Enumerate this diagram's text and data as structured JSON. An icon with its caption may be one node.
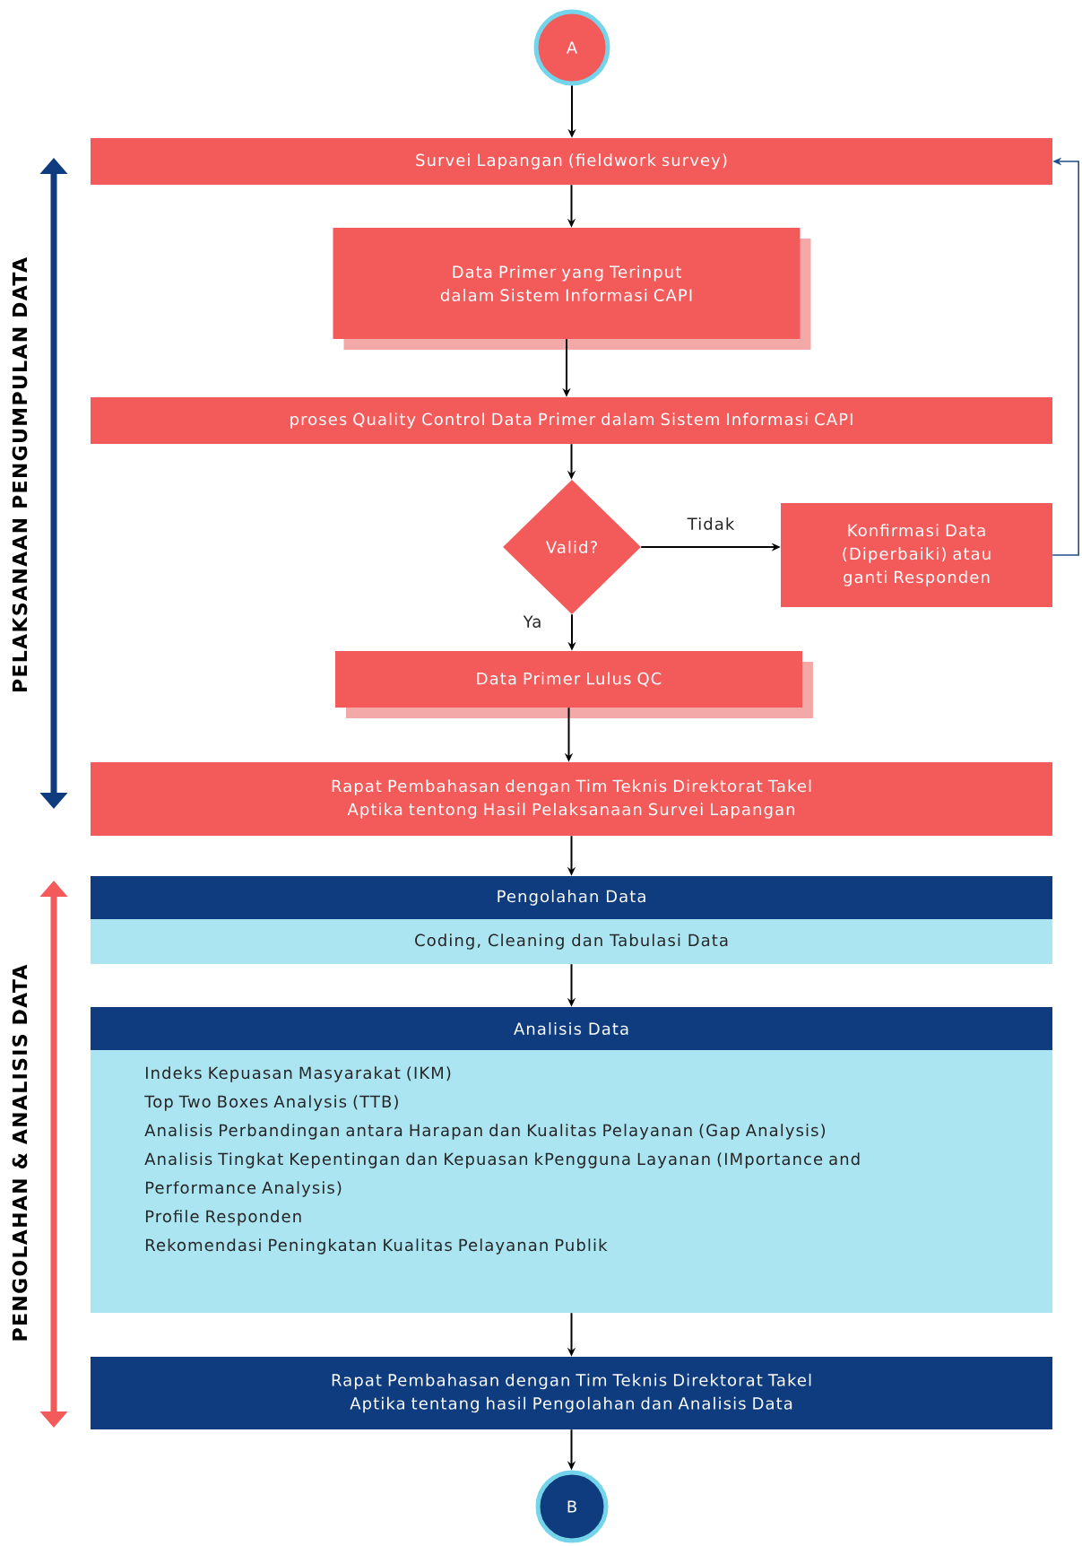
{
  "diagram": {
    "nodes": [
      {
        "text": [
          "A"
        ]
      },
      {
        "text": [
          "Survei Lapangan (fieldwork survey)"
        ]
      },
      {
        "text": [
          "Data Primer yang Terinput dalam Sistem Informasi CAPI"
        ]
      },
      {
        "text": [
          "proses Quality Control Data Primer dalam Sistem Informasi CAPI"
        ]
      },
      {
        "text": [
          "Valid?"
        ]
      },
      {
        "text": [
          "Konfirmasi Data (Diperbaiki) atau ganti Responden"
        ]
      },
      {
        "text": [
          "Data Primer Lulus QC"
        ]
      },
      {
        "text": [
          "Rapat Pembahasan dengan Tim Teknis Direktorat Takel Aptika tentong Hasil Pelaksanaan Survei Lapangan"
        ]
      },
      {
        "text": [
          "Pengolahan Data",
          "Coding, Cleaning dan Tabulasi Data"
        ]
      },
      {
        "text": [
          "Analisis Data",
          "Indeks Kepuasan Masyarakat (IKM)",
          "Top Two Boxes Analysis (TTB)",
          "Analisis Perbandingan antara Harapan dan Kualitas Pelayanan (Gap Analysis)",
          "Analisis Tingkat Kepentingan dan Kepuasan kPengguna Layanan (IMportance and Performance Analysis)",
          "Profile Responden",
          "Rekomendasi Peningkatan Kualitas Pelayanan Publik"
        ]
      },
      {
        "text": [
          "Rapat Pembahasan dengan Tim Teknis Direktorat Takel Aptika tentang hasil Pengolahan dan Analisis Data"
        ]
      },
      {
        "text": [
          "B"
        ]
      }
    ],
    "edges": [
      {
        "from": 0,
        "to": 1,
        "arrow": "to"
      },
      {
        "from": 1,
        "to": 2,
        "arrow": "to"
      },
      {
        "from": 2,
        "to": 3,
        "arrow": "to"
      },
      {
        "from": 3,
        "to": 4,
        "arrow": "to"
      },
      {
        "from": 4,
        "to": 5,
        "arrow": "to",
        "label": "Tidak"
      },
      {
        "from": 4,
        "to": 6,
        "arrow": "to",
        "label": "Ya"
      },
      {
        "from": 6,
        "to": 7,
        "arrow": "to"
      },
      {
        "from": 7,
        "to": 8,
        "arrow": "to"
      },
      {
        "from": 8,
        "to": 9,
        "arrow": "to"
      },
      {
        "from": 9,
        "to": 10,
        "arrow": "to"
      },
      {
        "from": 10,
        "to": 11,
        "arrow": "to"
      },
      {
        "from": 5,
        "to": 1,
        "arrow": "to",
        "color": "#1f4e8c"
      }
    ],
    "labels": [
      "PELAKSANAAN PENGUMPULAN DATA",
      "PENGOLAHAN & ANALISIS DATA"
    ]
  }
}
